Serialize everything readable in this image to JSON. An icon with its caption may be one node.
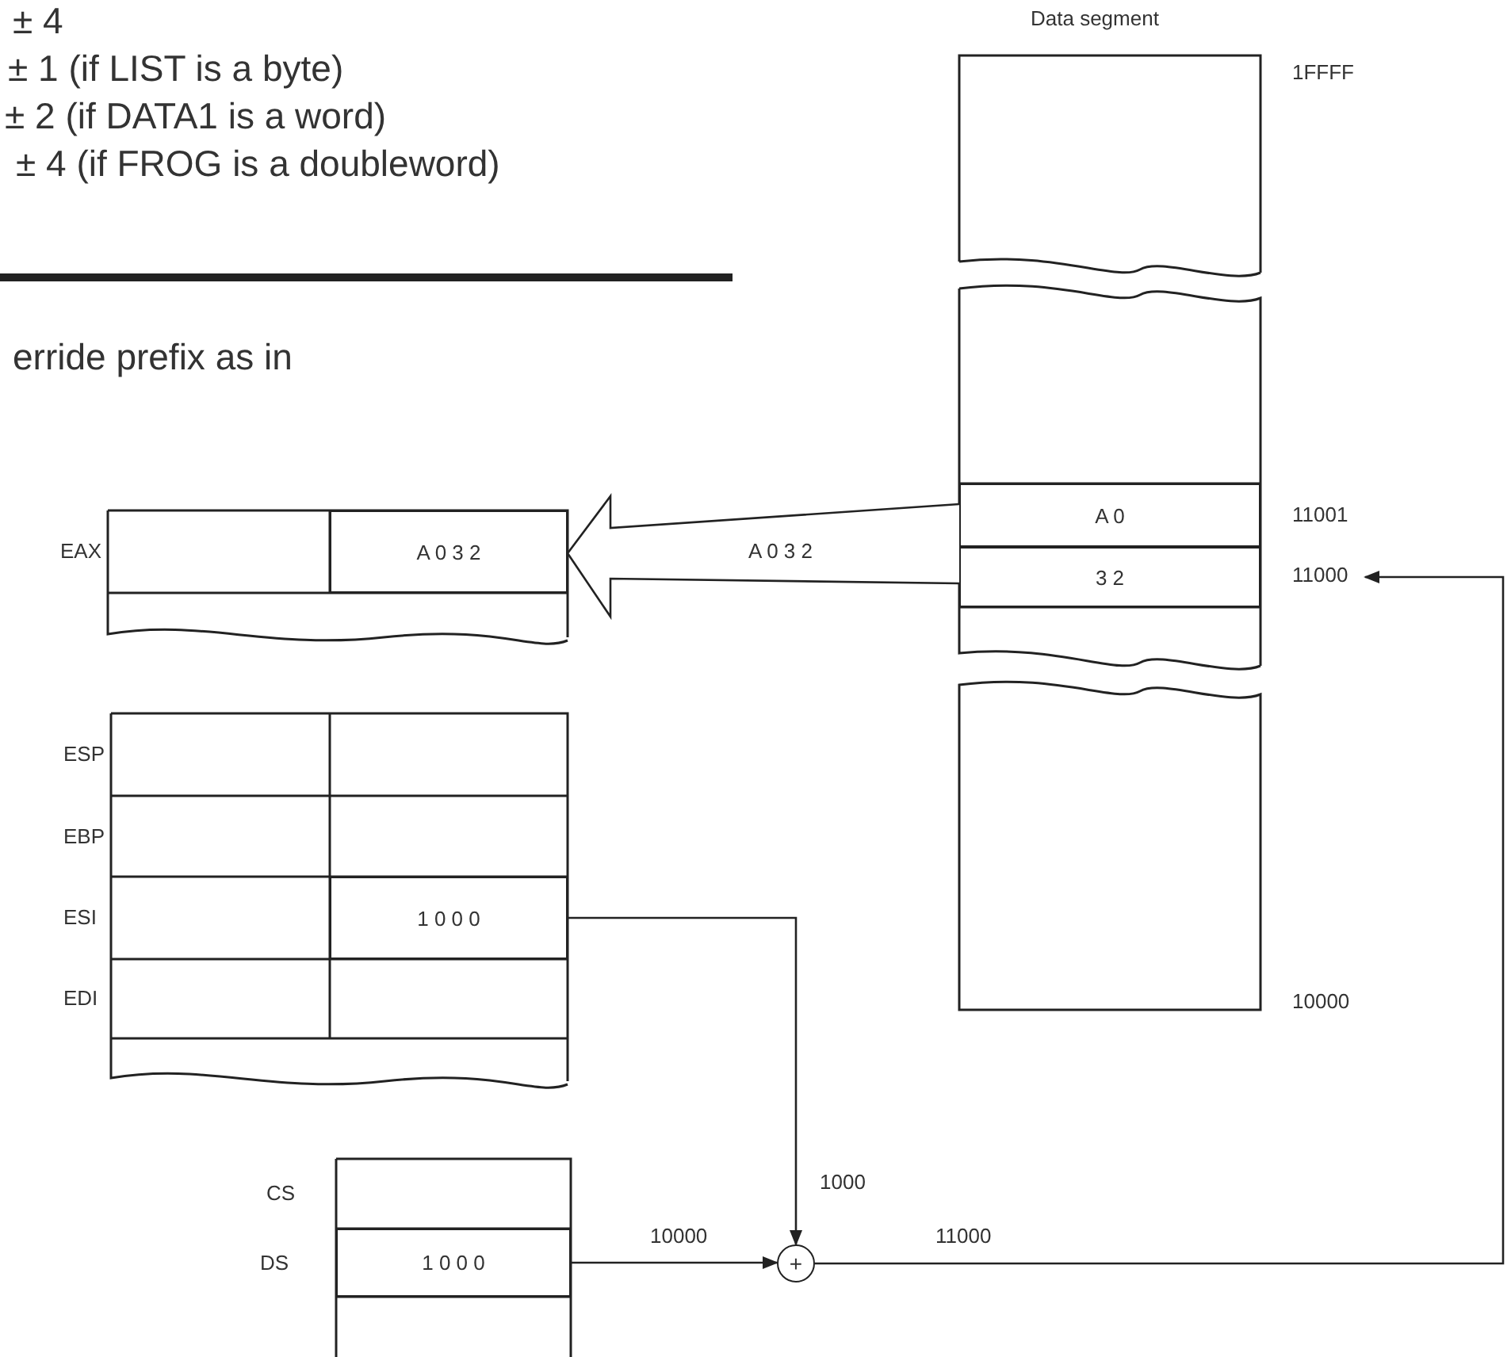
{
  "diagram": {
    "nodes": [
      {
        "text": [
          "A 0 3 2"
        ]
      },
      {
        "text": [
          "A 0"
        ],
        "beside": [
          "11001"
        ]
      },
      {
        "text": [
          "3 2"
        ],
        "beside": [
          "11000"
        ]
      },
      {
        "text": [
          "1 0 0 0"
        ]
      },
      {
        "text": [
          "1 0 0 0"
        ],
        "beside": [
          "DS"
        ]
      },
      {
        "text": [
          "+"
        ]
      }
    ],
    "edges": [
      {
        "from": 1,
        "to": 0,
        "arrow": "to",
        "label": "A 0 3 2"
      },
      {
        "from": 2,
        "to": 0,
        "arrow": "to"
      },
      {
        "from": 3,
        "to": 5,
        "arrow": "to",
        "label": "1000"
      },
      {
        "from": 4,
        "to": 5,
        "arrow": "to",
        "label": "10000"
      },
      {
        "from": 5,
        "to": 2,
        "arrow": "to",
        "label": "11000"
      }
    ],
    "labels": [
      "± 4",
      "± 1 (if LIST is a byte)",
      "± 2 (if DATA1 is a word)",
      "± 4 (if FROG is a doubleword)",
      "erride prefix as in",
      "Data segment",
      "1FFFF",
      "EAX",
      "ESP",
      "EBP",
      "ESI",
      "EDI",
      "10000",
      "CS"
    ]
  }
}
